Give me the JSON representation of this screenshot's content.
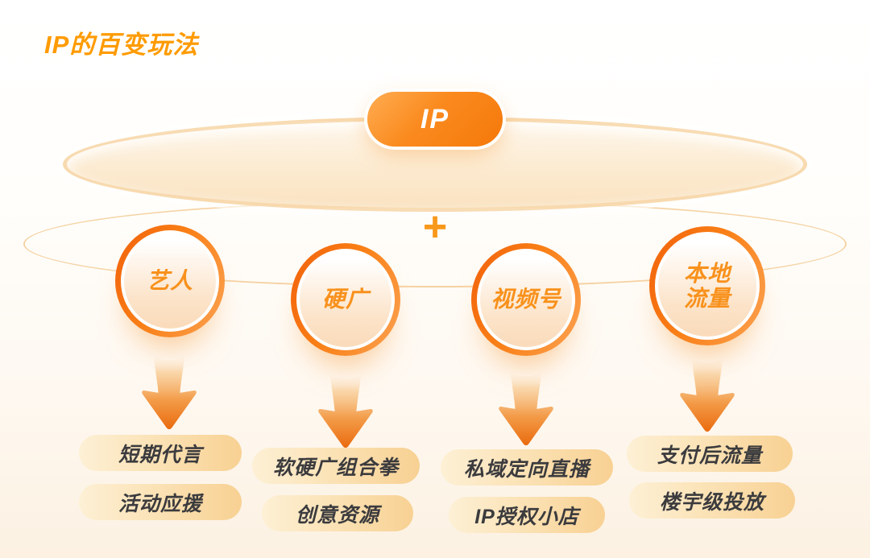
{
  "title": "IP的百变玩法",
  "ip_label": "IP",
  "operator": "+",
  "colors": {
    "title_orange": "#FF9B00",
    "ip_pill_gradient_from": "#FFAD52",
    "ip_pill_gradient_to": "#F5780A",
    "circle_ring_from": "#F3660D",
    "circle_ring_to": "#FB9D49",
    "circle_label_orange": "#F8911C",
    "arrow_orange": "#EA6B0E",
    "pill_bg_from": "#FDF0D5",
    "pill_bg_to": "#F8D193",
    "pill_text": "#3B3B3E",
    "background_bottom": "#FCF1E2"
  },
  "columns": [
    {
      "circle_line1": "艺人",
      "circle_line2": "",
      "outputs": [
        "短期代言",
        "活动应援"
      ]
    },
    {
      "circle_line1": "硬广",
      "circle_line2": "",
      "outputs": [
        "软硬广组合拳",
        "创意资源"
      ]
    },
    {
      "circle_line1": "视频号",
      "circle_line2": "",
      "outputs": [
        "私域定向直播",
        "IP授权小店"
      ]
    },
    {
      "circle_line1": "本地",
      "circle_line2": "流量",
      "outputs": [
        "支付后流量",
        "楼宇级投放"
      ]
    }
  ]
}
